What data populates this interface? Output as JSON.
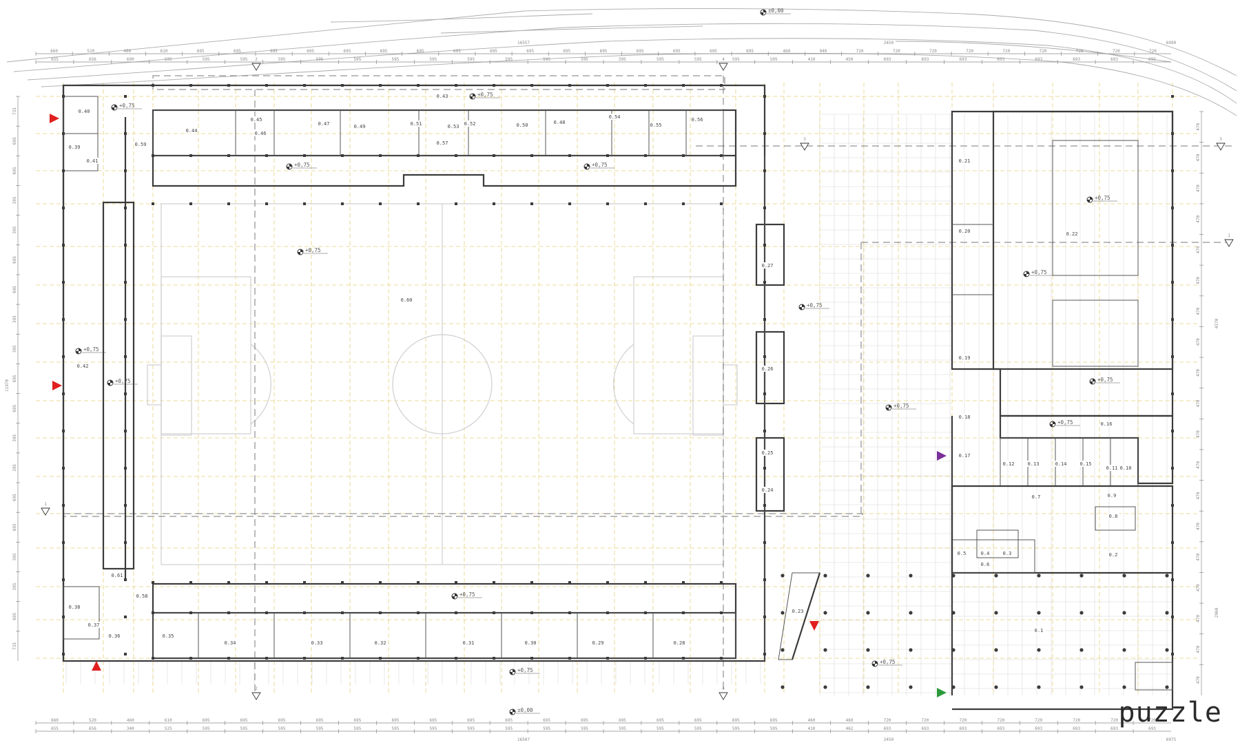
{
  "brand": "puzzle",
  "colors": {
    "entrance_red": "#e0201f",
    "entrance_purple": "#7a2f9a",
    "entrance_green": "#2c9a3a",
    "wall": "#3b3b3b",
    "guide": "#e6cf7a"
  },
  "elevations": [
    {
      "id": "e00",
      "label": "±0,00"
    },
    {
      "id": "e01",
      "label": "+0,75"
    },
    {
      "id": "e02",
      "label": "+0,75"
    },
    {
      "id": "e03",
      "label": "+0,75"
    },
    {
      "id": "e04",
      "label": "+0,75"
    },
    {
      "id": "e05",
      "label": "+0,75"
    },
    {
      "id": "e06",
      "label": "+0,75"
    },
    {
      "id": "e07",
      "label": "+0,75"
    },
    {
      "id": "e08",
      "label": "+0,75"
    },
    {
      "id": "e09",
      "label": "+0,75"
    },
    {
      "id": "e10",
      "label": "+0,75"
    },
    {
      "id": "e11",
      "label": "+0,75"
    },
    {
      "id": "e12",
      "label": "+0,75"
    },
    {
      "id": "e13",
      "label": "+0,75"
    },
    {
      "id": "e14",
      "label": "+0,75"
    },
    {
      "id": "e15",
      "label": "+0,75"
    },
    {
      "id": "e16",
      "label": "+0,75"
    },
    {
      "id": "e17",
      "label": "±0,00"
    }
  ],
  "rooms": [
    "0.40",
    "0.39",
    "0.41",
    "0.42",
    "0.61",
    "0.38",
    "0.37",
    "0.36",
    "0.59",
    "0.44",
    "0.45",
    "0.46",
    "0.47",
    "0.49",
    "0.51",
    "0.53",
    "0.57",
    "0.52",
    "0.50",
    "0.48",
    "0.54",
    "0.55",
    "0.56",
    "0.43",
    "0.60",
    "0.58",
    "0.35",
    "0.34",
    "0.33",
    "0.32",
    "0.31",
    "0.30",
    "0.29",
    "0.28",
    "0.27",
    "0.26",
    "0.25",
    "0.24",
    "0.23",
    "0.21",
    "0.20",
    "0.19",
    "0.18",
    "0.17",
    "0.22",
    "0.16",
    "0.12",
    "0.13",
    "0.14",
    "0.15",
    "0.11",
    "0.10",
    "0.9",
    "0.7",
    "0.8",
    "0.5",
    "0.4",
    "0.3",
    "0.6",
    "0.2",
    "0.1"
  ],
  "section_markers": [
    "1",
    "1",
    "2",
    "2",
    "3",
    "3",
    "4",
    "4"
  ],
  "dimensions_top_row1": [
    "660",
    "520",
    "460",
    "610",
    "695",
    "695",
    "695",
    "695",
    "695",
    "695",
    "695",
    "695",
    "695",
    "695",
    "695",
    "695",
    "695",
    "695",
    "695",
    "695",
    "460",
    "940",
    "720",
    "720",
    "720",
    "720",
    "720",
    "720",
    "720",
    "720",
    "720"
  ],
  "dimensions_top_row2": [
    "655",
    "656",
    "600",
    "595",
    "595",
    "595",
    "595",
    "595",
    "595",
    "595",
    "595",
    "595",
    "595",
    "595",
    "595",
    "595",
    "595",
    "595",
    "595",
    "595",
    "410",
    "450",
    "693",
    "693",
    "693",
    "693",
    "693",
    "693",
    "693",
    "693"
  ],
  "dimensions_bottom_row1": [
    "660",
    "520",
    "460",
    "610",
    "695",
    "695",
    "695",
    "695",
    "695",
    "695",
    "695",
    "695",
    "695",
    "695",
    "695",
    "695",
    "695",
    "695",
    "695",
    "695",
    "460",
    "460",
    "720",
    "720",
    "720",
    "720",
    "720",
    "720",
    "720",
    "720"
  ],
  "dimensions_bottom_row2": [
    "655",
    "656",
    "340",
    "525",
    "595",
    "595",
    "595",
    "595",
    "595",
    "595",
    "595",
    "595",
    "595",
    "595",
    "595",
    "595",
    "595",
    "595",
    "595",
    "595",
    "410",
    "462",
    "693",
    "693",
    "693",
    "693",
    "693",
    "693",
    "693",
    "693"
  ],
  "dimensions_left": [
    "735",
    "695",
    "695",
    "395",
    "395",
    "695",
    "695",
    "395",
    "395",
    "695",
    "695",
    "395",
    "395",
    "695",
    "695",
    "395",
    "395",
    "695",
    "735"
  ],
  "dimensions_right": [
    "470",
    "470",
    "470",
    "470",
    "470",
    "470",
    "470",
    "470",
    "470",
    "470",
    "470",
    "470",
    "470",
    "470",
    "470",
    "470",
    "470",
    "470",
    "470"
  ],
  "dimension_totals": [
    "16557",
    "2450",
    "6990",
    "16507",
    "2450",
    "6975",
    "11970",
    "4370",
    "2960"
  ]
}
